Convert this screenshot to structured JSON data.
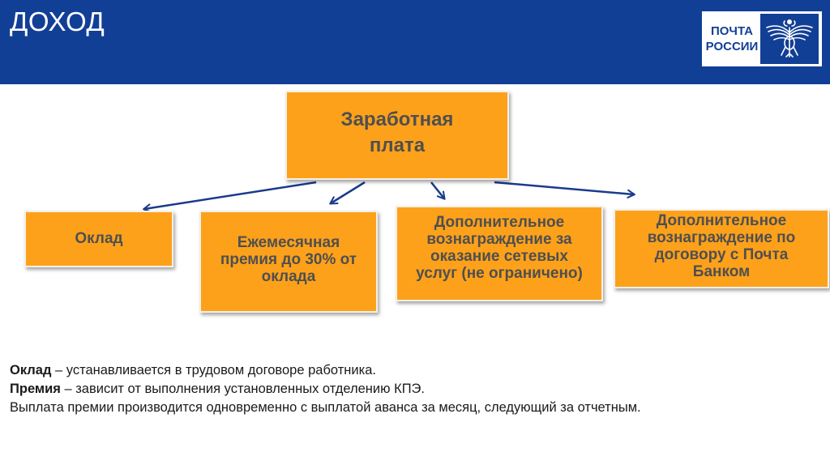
{
  "header": {
    "title": "ДОХОД",
    "logo_line1": "ПОЧТА",
    "logo_line2": "РОССИИ"
  },
  "diagram": {
    "root": "Заработная\nплата",
    "children": [
      "Оклад",
      "Ежемесячная\nпремия до 30% от\nоклада",
      "Дополнительное\nвознаграждение за\nоказание сетевых\nуслуг (не ограничено)",
      "Дополнительное\nвознаграждение по\nдоговору с Почта\nБанком"
    ]
  },
  "notes": [
    {
      "term": "Оклад",
      "text": " – устанавливается в трудовом договоре работника."
    },
    {
      "term": "Премия",
      "text": " – зависит от выполнения установленных отделению КПЭ."
    },
    {
      "term": "",
      "text": "Выплата премии производится одновременно с выплатой аванса за месяц, следующий за отчетным."
    }
  ],
  "colors": {
    "header_bg": "#123f96",
    "box_fill": "#fda11b",
    "box_text": "#4f4f4f",
    "arrow": "#1a3b8c"
  },
  "icons": {
    "logo_emblem": "double-headed-eagle-icon"
  }
}
